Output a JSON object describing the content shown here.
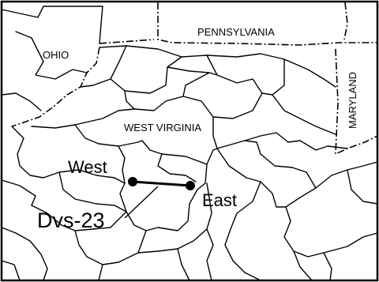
{
  "map": {
    "labels": {
      "ohio": "OHIO",
      "pennsylvania": "PENNSYLVANIA",
      "maryland": "MARYLAND",
      "west_virginia": "WEST VIRGINIA"
    },
    "profile": {
      "west_label": "West",
      "east_label": "East",
      "name": "Dvs-23"
    },
    "colors": {
      "background": "#ffffff",
      "ink": "#000000"
    }
  }
}
